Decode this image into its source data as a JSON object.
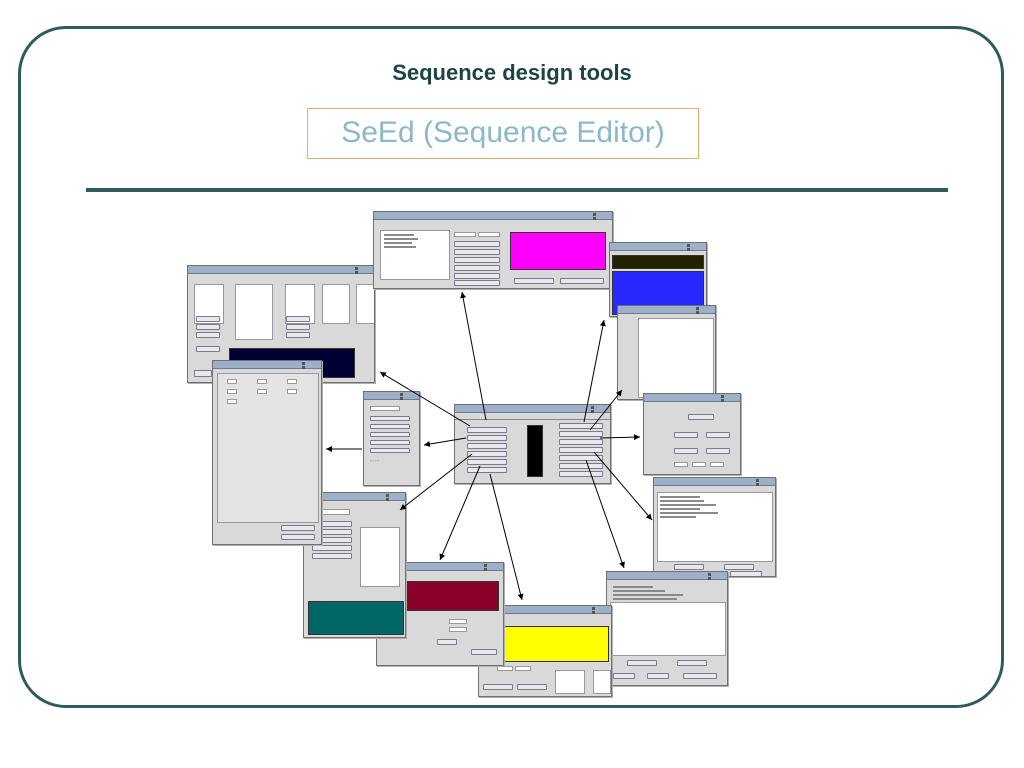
{
  "slide": {
    "title": "Sequence design tools",
    "subtitle": "SeEd (Sequence Editor)"
  },
  "colors": {
    "frame": "#2f5b5b",
    "title": "#1e4444",
    "subtitle": "#8cb8c8",
    "subtitle_border": "#e0b070",
    "magenta": "#ff00ff",
    "blue": "#2828ff",
    "navy": "#000033",
    "crimson": "#8b0028",
    "teal": "#006666",
    "yellow": "#ffff00",
    "olive_dark": "#222200",
    "black": "#000000"
  },
  "windows": [
    "central-sequence-editor-window",
    "lock-map-window",
    "graphical-genome-window",
    "base-sequence-window",
    "sequence-variation-window",
    "constraints-window",
    "sequence-list-window",
    "hairpin-map-window",
    "melting-map-window",
    "gc-map-window",
    "optimization-window",
    "nucleotide-table-window",
    "sequence-map-window"
  ]
}
